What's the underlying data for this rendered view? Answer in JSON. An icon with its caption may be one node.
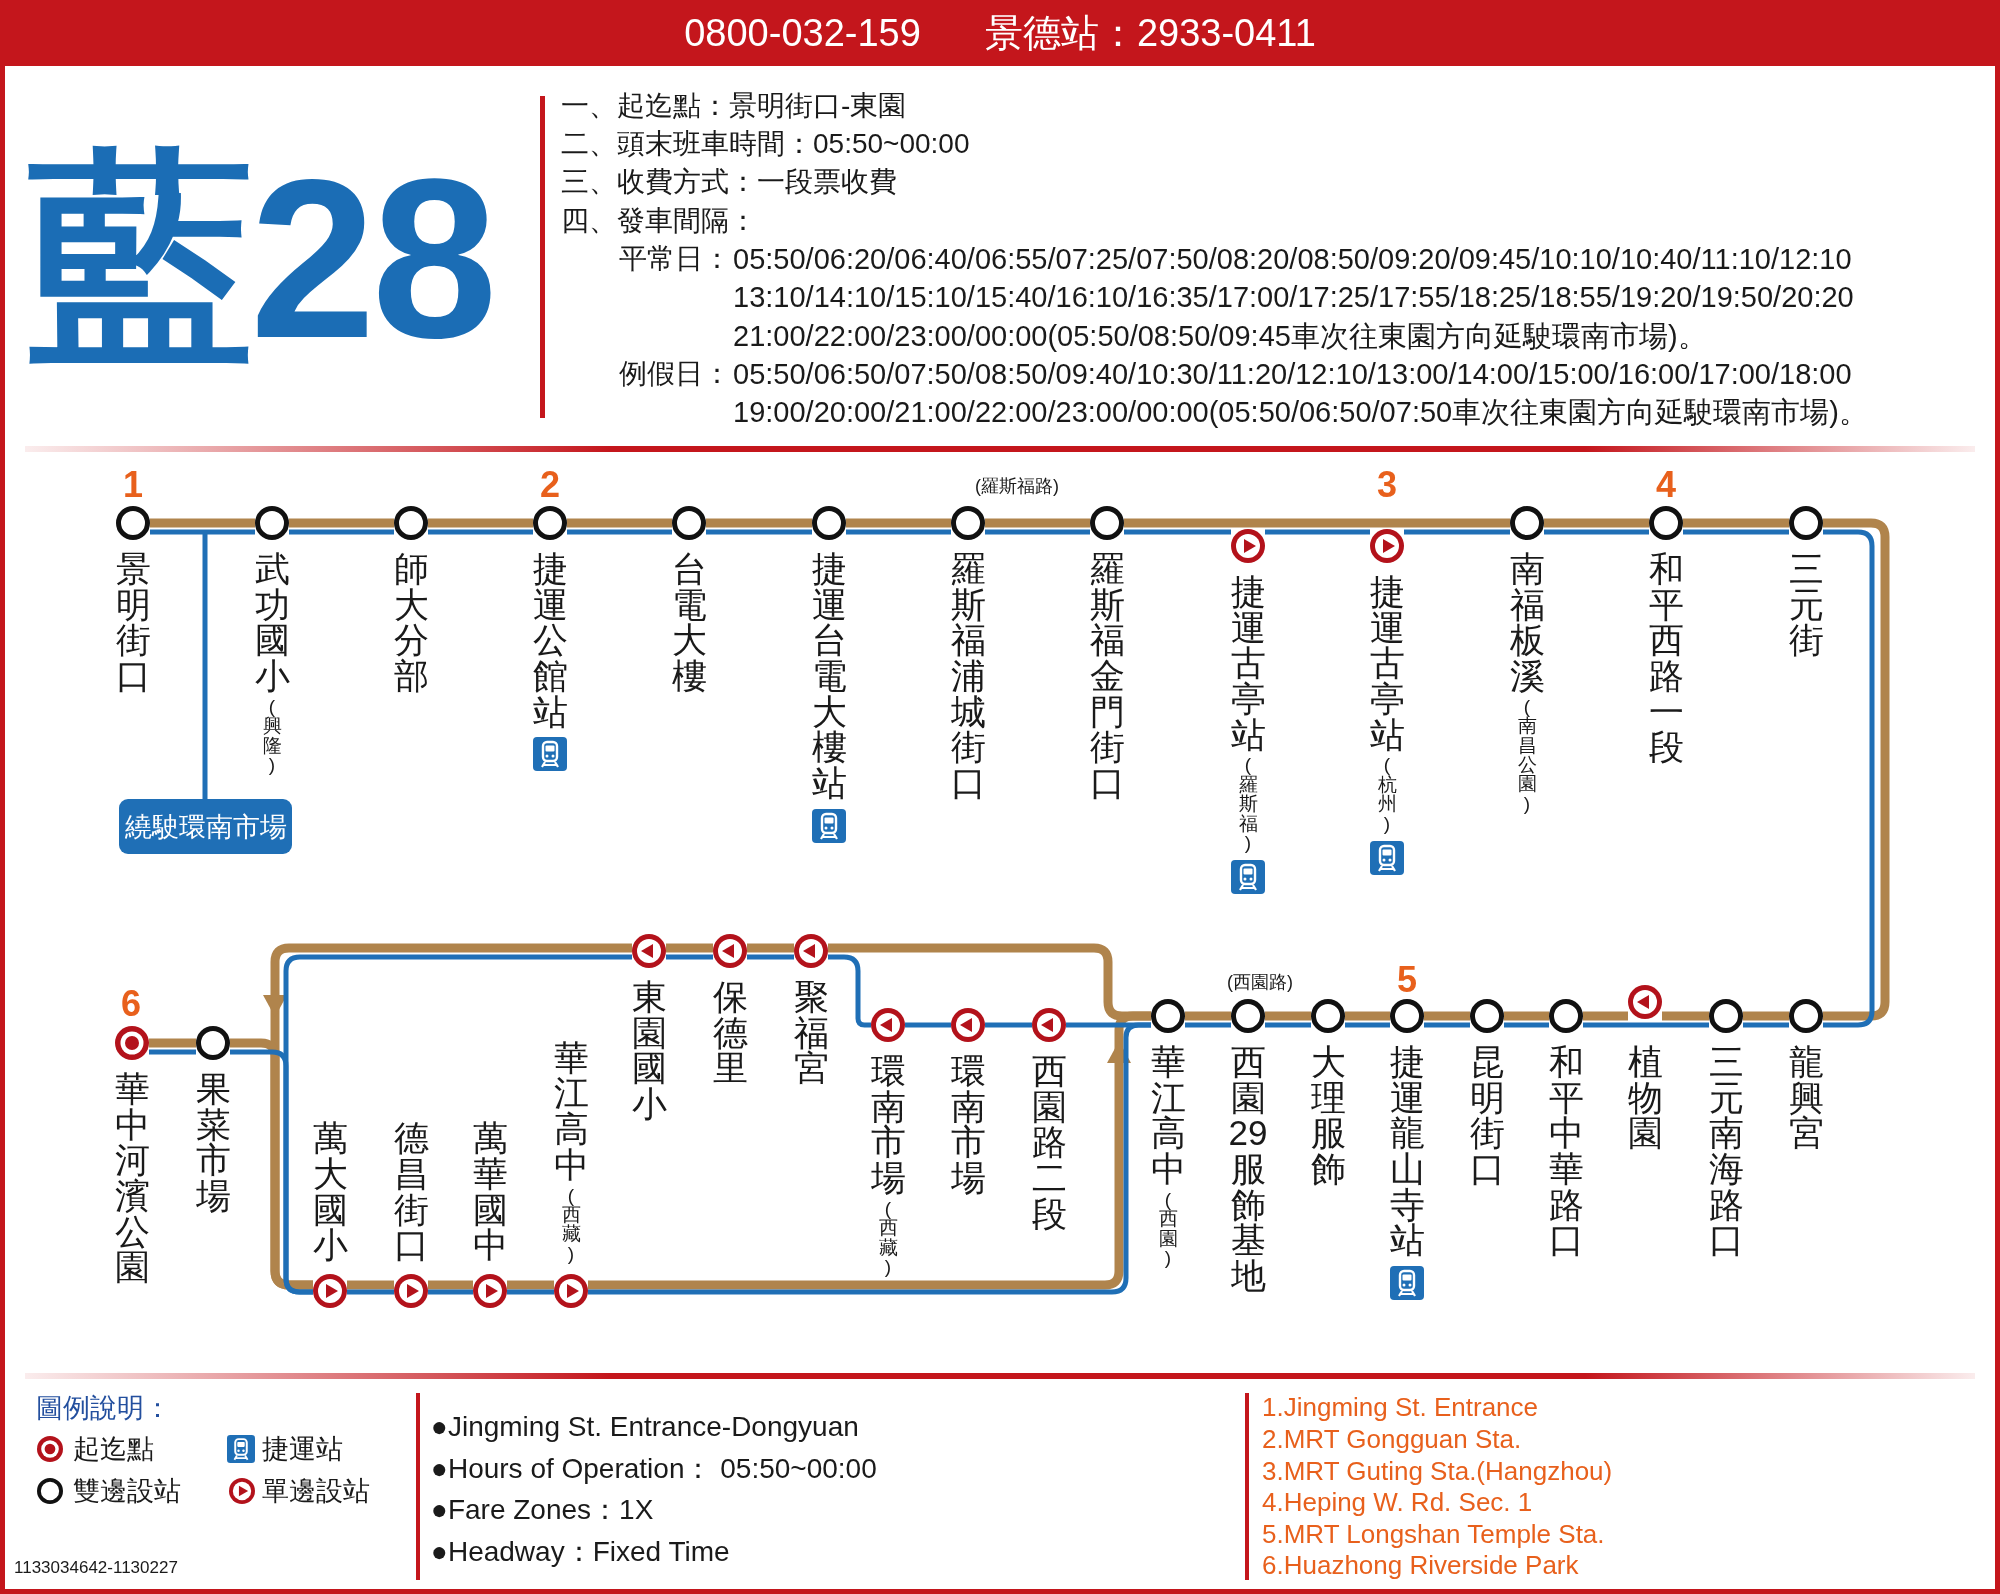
{
  "diagram": {
    "title": "藍28",
    "nodes": [
      {
        "text": [
          "0800-032-159",
          "景德站：2933-0411"
        ]
      },
      {
        "text": [],
        "shape": "circle",
        "beside": [
          "景明街口"
        ]
      },
      {
        "text": [],
        "shape": "circle",
        "beside": [
          "武功國小",
          "(興隆)"
        ]
      },
      {
        "text": [],
        "shape": "circle",
        "beside": [
          "師大分部"
        ]
      },
      {
        "text": [],
        "shape": "circle",
        "beside": [
          "捷運公館站"
        ]
      },
      {
        "text": [],
        "shape": "circle",
        "beside": [
          "台電大樓"
        ]
      },
      {
        "text": [],
        "shape": "circle",
        "beside": [
          "捷運台電大樓站"
        ]
      },
      {
        "text": [],
        "shape": "circle",
        "beside": [
          "羅斯福浦城街口"
        ]
      },
      {
        "text": [],
        "shape": "circle",
        "beside": [
          "羅斯福金門街口"
        ]
      },
      {
        "text": [],
        "shape": "circle",
        "beside": [
          "捷運古亭站",
          "(羅斯福)"
        ]
      },
      {
        "text": [],
        "shape": "circle",
        "beside": [
          "捷運古亭站",
          "(杭州)"
        ]
      },
      {
        "text": [],
        "shape": "circle",
        "beside": [
          "南福板溪",
          "(南昌公園)"
        ]
      },
      {
        "text": [],
        "shape": "circle",
        "beside": [
          "和平西路一段"
        ]
      },
      {
        "text": [],
        "shape": "circle",
        "beside": [
          "三元街"
        ]
      },
      {
        "text": [
          "繞駛環南市場"
        ]
      },
      {
        "text": [],
        "shape": "circle",
        "beside": [
          "龍興宮"
        ]
      },
      {
        "text": [],
        "shape": "circle",
        "beside": [
          "三元南海路口"
        ]
      },
      {
        "text": [],
        "shape": "circle",
        "beside": [
          "植物園"
        ]
      },
      {
        "text": [],
        "shape": "circle",
        "beside": [
          "和平中華路口"
        ]
      },
      {
        "text": [],
        "shape": "circle",
        "beside": [
          "昆明街口"
        ]
      },
      {
        "text": [],
        "shape": "circle",
        "beside": [
          "捷運龍山寺站"
        ]
      },
      {
        "text": [],
        "shape": "circle",
        "beside": [
          "大理服飾"
        ]
      },
      {
        "text": [],
        "shape": "circle",
        "beside": [
          "西園29服飾基地"
        ]
      },
      {
        "text": [],
        "shape": "circle",
        "beside": [
          "華江高中",
          "(西園)"
        ]
      },
      {
        "text": [],
        "shape": "circle",
        "beside": [
          "聚福宮"
        ]
      },
      {
        "text": [],
        "shape": "circle",
        "beside": [
          "保德里"
        ]
      },
      {
        "text": [],
        "shape": "circle",
        "beside": [
          "東園國小"
        ]
      },
      {
        "text": [],
        "shape": "circle",
        "beside": [
          "西園路二段"
        ]
      },
      {
        "text": [],
        "shape": "circle",
        "beside": [
          "環南市場"
        ]
      },
      {
        "text": [],
        "shape": "circle",
        "beside": [
          "環南市場",
          "(西藏)"
        ]
      },
      {
        "text": [],
        "shape": "circle",
        "beside": [
          "萬大國小"
        ]
      },
      {
        "text": [],
        "shape": "circle",
        "beside": [
          "德昌街口"
        ]
      },
      {
        "text": [],
        "shape": "circle",
        "beside": [
          "萬華國中"
        ]
      },
      {
        "text": [],
        "shape": "circle",
        "beside": [
          "華江高中",
          "(西藏)"
        ]
      },
      {
        "text": [],
        "shape": "circle",
        "beside": [
          "果菜市場"
        ]
      },
      {
        "text": [],
        "shape": "circle",
        "beside": [
          "華中河濱公園"
        ]
      }
    ],
    "edges": [
      {
        "from": 1,
        "to": 2,
        "arrow": "none",
        "style": "thick",
        "color": "#b0844c"
      },
      {
        "from": 2,
        "to": 3,
        "arrow": "none",
        "style": "thick",
        "color": "#b0844c"
      },
      {
        "from": 3,
        "to": 4,
        "arrow": "none",
        "style": "thick",
        "color": "#b0844c"
      },
      {
        "from": 4,
        "to": 5,
        "arrow": "none",
        "style": "thick",
        "color": "#b0844c"
      },
      {
        "from": 5,
        "to": 6,
        "arrow": "none",
        "style": "thick",
        "color": "#b0844c"
      },
      {
        "from": 6,
        "to": 7,
        "arrow": "none",
        "style": "thick",
        "color": "#b0844c"
      },
      {
        "from": 7,
        "to": 8,
        "arrow": "none",
        "style": "thick",
        "color": "#b0844c"
      },
      {
        "from": 8,
        "to": 11,
        "arrow": "none",
        "style": "thick",
        "color": "#b0844c"
      },
      {
        "from": 11,
        "to": 12,
        "arrow": "none",
        "style": "thick",
        "color": "#b0844c"
      },
      {
        "from": 12,
        "to": 13,
        "arrow": "none",
        "style": "thick",
        "color": "#b0844c"
      },
      {
        "from": 13,
        "to": 15,
        "arrow": "none",
        "style": "thick",
        "color": "#b0844c"
      },
      {
        "from": 15,
        "to": 16,
        "arrow": "none",
        "style": "thick",
        "color": "#b0844c"
      },
      {
        "from": 16,
        "to": 17,
        "arrow": "none",
        "style": "thick",
        "color": "#b0844c"
      },
      {
        "from": 17,
        "to": 18,
        "arrow": "none",
        "style": "thick",
        "color": "#b0844c"
      },
      {
        "from": 18,
        "to": 19,
        "arrow": "none",
        "style": "thick",
        "color": "#b0844c"
      },
      {
        "from": 19,
        "to": 20,
        "arrow": "none",
        "style": "thick",
        "color": "#b0844c"
      },
      {
        "from": 20,
        "to": 21,
        "arrow": "none",
        "style": "thick",
        "color": "#b0844c"
      },
      {
        "from": 21,
        "to": 22,
        "arrow": "none",
        "style": "thick",
        "color": "#b0844c"
      },
      {
        "from": 22,
        "to": 23,
        "arrow": "none",
        "style": "thick",
        "color": "#b0844c"
      },
      {
        "from": 23,
        "to": 24,
        "arrow": "none",
        "style": "thick",
        "color": "#b0844c"
      },
      {
        "from": 24,
        "to": 25,
        "arrow": "none",
        "style": "thick",
        "color": "#b0844c"
      },
      {
        "from": 25,
        "to": 26,
        "arrow": "none",
        "style": "thick",
        "color": "#b0844c"
      },
      {
        "from": 26,
        "to": 30,
        "arrow": "to",
        "style": "thick",
        "color": "#b0844c"
      },
      {
        "from": 35,
        "to": 34,
        "arrow": "none",
        "style": "thick",
        "color": "#b0844c"
      },
      {
        "from": 34,
        "to": 30,
        "arrow": "none",
        "style": "thick",
        "color": "#b0844c"
      },
      {
        "from": 30,
        "to": 31,
        "arrow": "none",
        "style": "thick",
        "color": "#b0844c"
      },
      {
        "from": 31,
        "to": 32,
        "arrow": "none",
        "style": "thick",
        "color": "#b0844c"
      },
      {
        "from": 32,
        "to": 33,
        "arrow": "none",
        "style": "thick",
        "color": "#b0844c"
      },
      {
        "from": 33,
        "to": 23,
        "arrow": "to",
        "style": "thick",
        "color": "#b0844c"
      },
      {
        "from": 1,
        "to": 2,
        "arrow": "none",
        "color": "#1f6fb6"
      },
      {
        "from": 2,
        "to": 3,
        "arrow": "none",
        "color": "#1f6fb6"
      },
      {
        "from": 3,
        "to": 4,
        "arrow": "none",
        "color": "#1f6fb6"
      },
      {
        "from": 4,
        "to": 5,
        "arrow": "none",
        "color": "#1f6fb6"
      },
      {
        "from": 5,
        "to": 6,
        "arrow": "none",
        "color": "#1f6fb6"
      },
      {
        "from": 6,
        "to": 7,
        "arrow": "none",
        "color": "#1f6fb6"
      },
      {
        "from": 7,
        "to": 8,
        "arrow": "none",
        "color": "#1f6fb6"
      },
      {
        "from": 8,
        "to": 9,
        "arrow": "none",
        "color": "#1f6fb6"
      },
      {
        "from": 9,
        "to": 10,
        "arrow": "none",
        "color": "#1f6fb6"
      },
      {
        "from": 10,
        "to": 11,
        "arrow": "none",
        "color": "#1f6fb6"
      },
      {
        "from": 11,
        "to": 12,
        "arrow": "none",
        "color": "#1f6fb6"
      },
      {
        "from": 12,
        "to": 13,
        "arrow": "none",
        "color": "#1f6fb6"
      },
      {
        "from": 13,
        "to": 15,
        "arrow": "none",
        "color": "#1f6fb6"
      },
      {
        "from": 15,
        "to": 16,
        "arrow": "none",
        "color": "#1f6fb6"
      },
      {
        "from": 16,
        "to": 18,
        "arrow": "none",
        "color": "#1f6fb6"
      },
      {
        "from": 18,
        "to": 19,
        "arrow": "none",
        "color": "#1f6fb6"
      },
      {
        "from": 19,
        "to": 20,
        "arrow": "none",
        "color": "#1f6fb6"
      },
      {
        "from": 20,
        "to": 21,
        "arrow": "none",
        "color": "#1f6fb6"
      },
      {
        "from": 21,
        "to": 22,
        "arrow": "none",
        "color": "#1f6fb6"
      },
      {
        "from": 22,
        "to": 23,
        "arrow": "none",
        "color": "#1f6fb6"
      },
      {
        "from": 23,
        "to": 27,
        "arrow": "none",
        "color": "#1f6fb6"
      },
      {
        "from": 27,
        "to": 28,
        "arrow": "none",
        "color": "#1f6fb6"
      },
      {
        "from": 28,
        "to": 29,
        "arrow": "none",
        "color": "#1f6fb6"
      },
      {
        "from": 29,
        "to": 24,
        "arrow": "none",
        "color": "#1f6fb6"
      },
      {
        "from": 24,
        "to": 25,
        "arrow": "none",
        "color": "#1f6fb6"
      },
      {
        "from": 25,
        "to": 26,
        "arrow": "none",
        "color": "#1f6fb6"
      },
      {
        "from": 26,
        "to": 30,
        "arrow": "none",
        "color": "#1f6fb6"
      },
      {
        "from": 35,
        "to": 34,
        "arrow": "none",
        "color": "#1f6fb6"
      },
      {
        "from": 34,
        "to": 30,
        "arrow": "none",
        "color": "#1f6fb6"
      },
      {
        "from": 30,
        "to": 31,
        "arrow": "none",
        "color": "#1f6fb6"
      },
      {
        "from": 31,
        "to": 32,
        "arrow": "none",
        "color": "#1f6fb6"
      },
      {
        "from": 32,
        "to": 33,
        "arrow": "none",
        "color": "#1f6fb6"
      },
      {
        "from": 33,
        "to": 23,
        "arrow": "none",
        "color": "#1f6fb6"
      },
      {
        "from": null,
        "to": 14,
        "arrow": "none",
        "color": "#1f6fb6"
      }
    ],
    "labels": [
      "一、起迄點：景明街口-東園",
      "二、頭末班車時間：05:50~00:00",
      "三、收費方式：一段票收費",
      "四、發車間隔：",
      "平常日：",
      "05:50/06:20/06:40/06:55/07:25/07:50/08:20/08:50/09:20/09:45/10:10/10:40/11:10/12:10 13:10/14:10/15:10/15:40/16:10/16:35/17:00/17:25/17:55/18:25/18:55/19:20/19:50/20:20 21:00/22:00/23:00/00:00(05:50/08:50/09:45車次往東園方向延駛環南市場)。",
      "例假日：",
      "05:50/06:50/07:50/08:50/09:40/10:30/11:20/12:10/13:00/14:00/15:00/16:00/17:00/18:00 19:00/20:00/21:00/22:00/23:00/00:00(05:50/06:50/07:50車次往東園方向延駛環南市場)。",
      "1",
      "2",
      "(羅斯福路)",
      "3",
      "4",
      "6",
      "(西園路)",
      "5",
      "圖例說明：",
      "●Jingming St. Entrance-Dongyuan",
      "●Hours of Operation： 05:50~00:00",
      "●Fare Zones：1X",
      "●Headway：Fixed Time",
      "1.Jingming St. Entrance",
      "2.MRT Gongguan Sta.",
      "3.MRT Guting Sta.(Hangzhou)",
      "4.Heping W. Rd. Sec. 1",
      "5.MRT Longshan Temple Sta.",
      "6.Huazhong Riverside Park",
      "1133034642-1130227"
    ],
    "legend": [
      {
        "text": "起迄點"
      },
      {
        "text": "捷運站"
      },
      {
        "text": "雙邊設站"
      },
      {
        "text": "單邊設站"
      }
    ]
  }
}
